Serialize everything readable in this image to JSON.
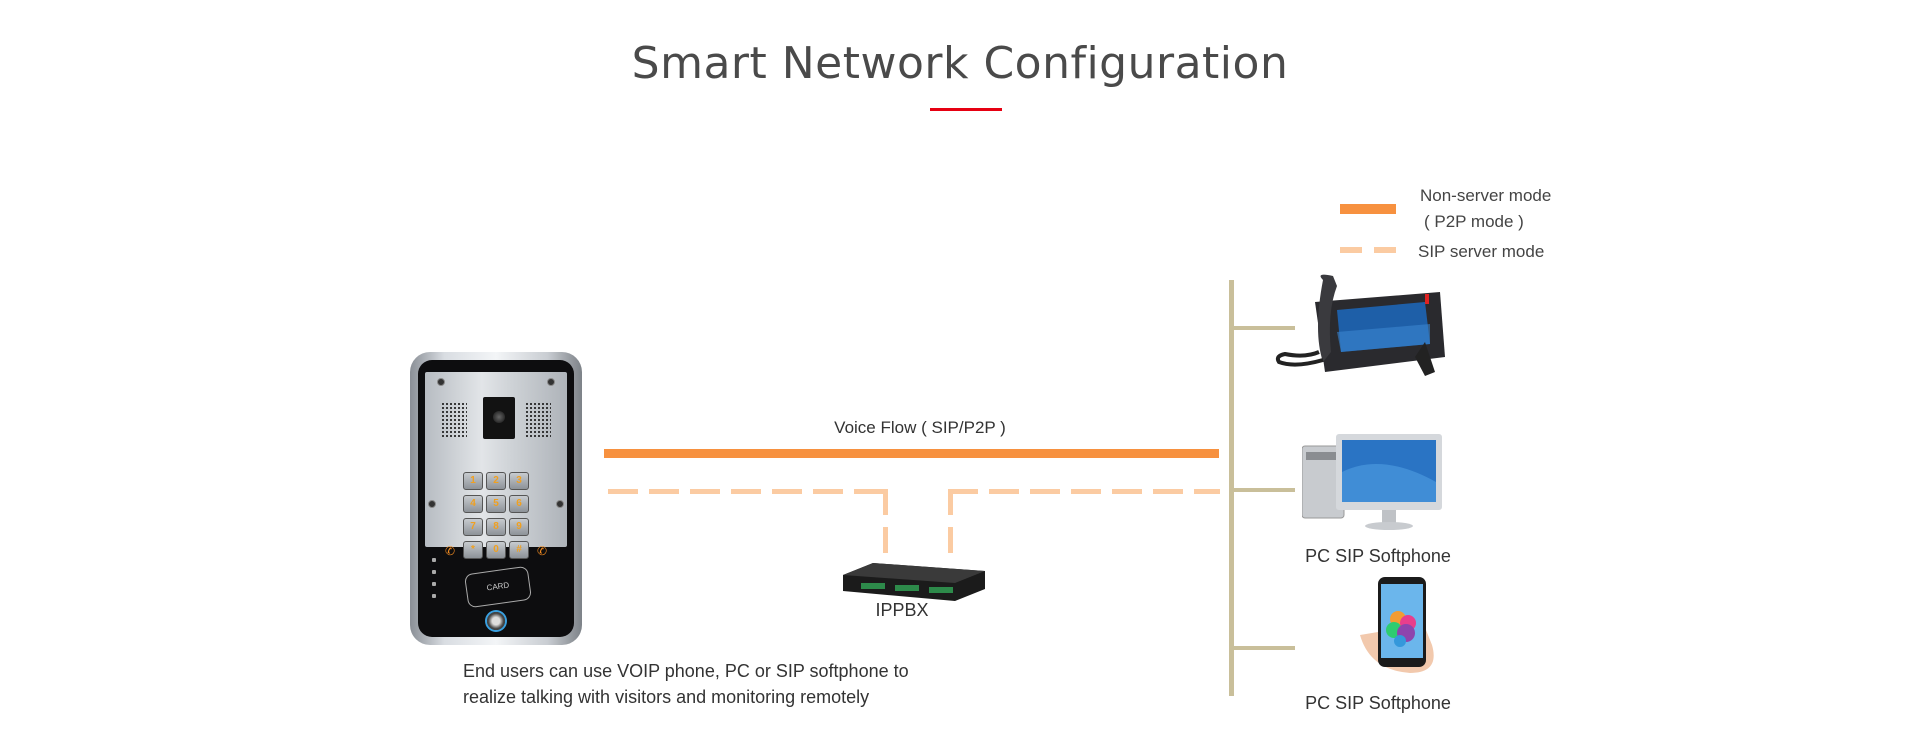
{
  "header": {
    "title": "Smart Network Configuration",
    "accent_color": "#e60012"
  },
  "legend": {
    "items": [
      {
        "style": "solid",
        "color": "#f7913f",
        "label_line1": "Non-server mode",
        "label_line2": "( P2P mode )"
      },
      {
        "style": "dashed",
        "color": "#fbcba2",
        "label_line1": "SIP server mode"
      }
    ]
  },
  "diagram": {
    "voice_flow_label": "Voice Flow ( SIP/P2P )",
    "bus_color": "#c9bf9a",
    "nodes": {
      "door_phone": {
        "icon": "door-intercom-icon",
        "keys": [
          "1",
          "2",
          "3",
          "4",
          "5",
          "6",
          "7",
          "8",
          "9",
          "*",
          "0",
          "#"
        ],
        "card_label": "CARD"
      },
      "ippbx": {
        "icon": "ippbx-server-icon",
        "label": "IPPBX"
      },
      "voip_phone": {
        "icon": "voip-desk-phone-icon",
        "label": ""
      },
      "pc": {
        "icon": "desktop-computer-icon",
        "label": "PC SIP Softphone"
      },
      "mobile": {
        "icon": "smartphone-icon",
        "label": "PC SIP Softphone"
      }
    },
    "caption_line1": "End users can use VOIP phone, PC or SIP softphone to",
    "caption_line2": "realize talking with visitors and monitoring remotely"
  }
}
